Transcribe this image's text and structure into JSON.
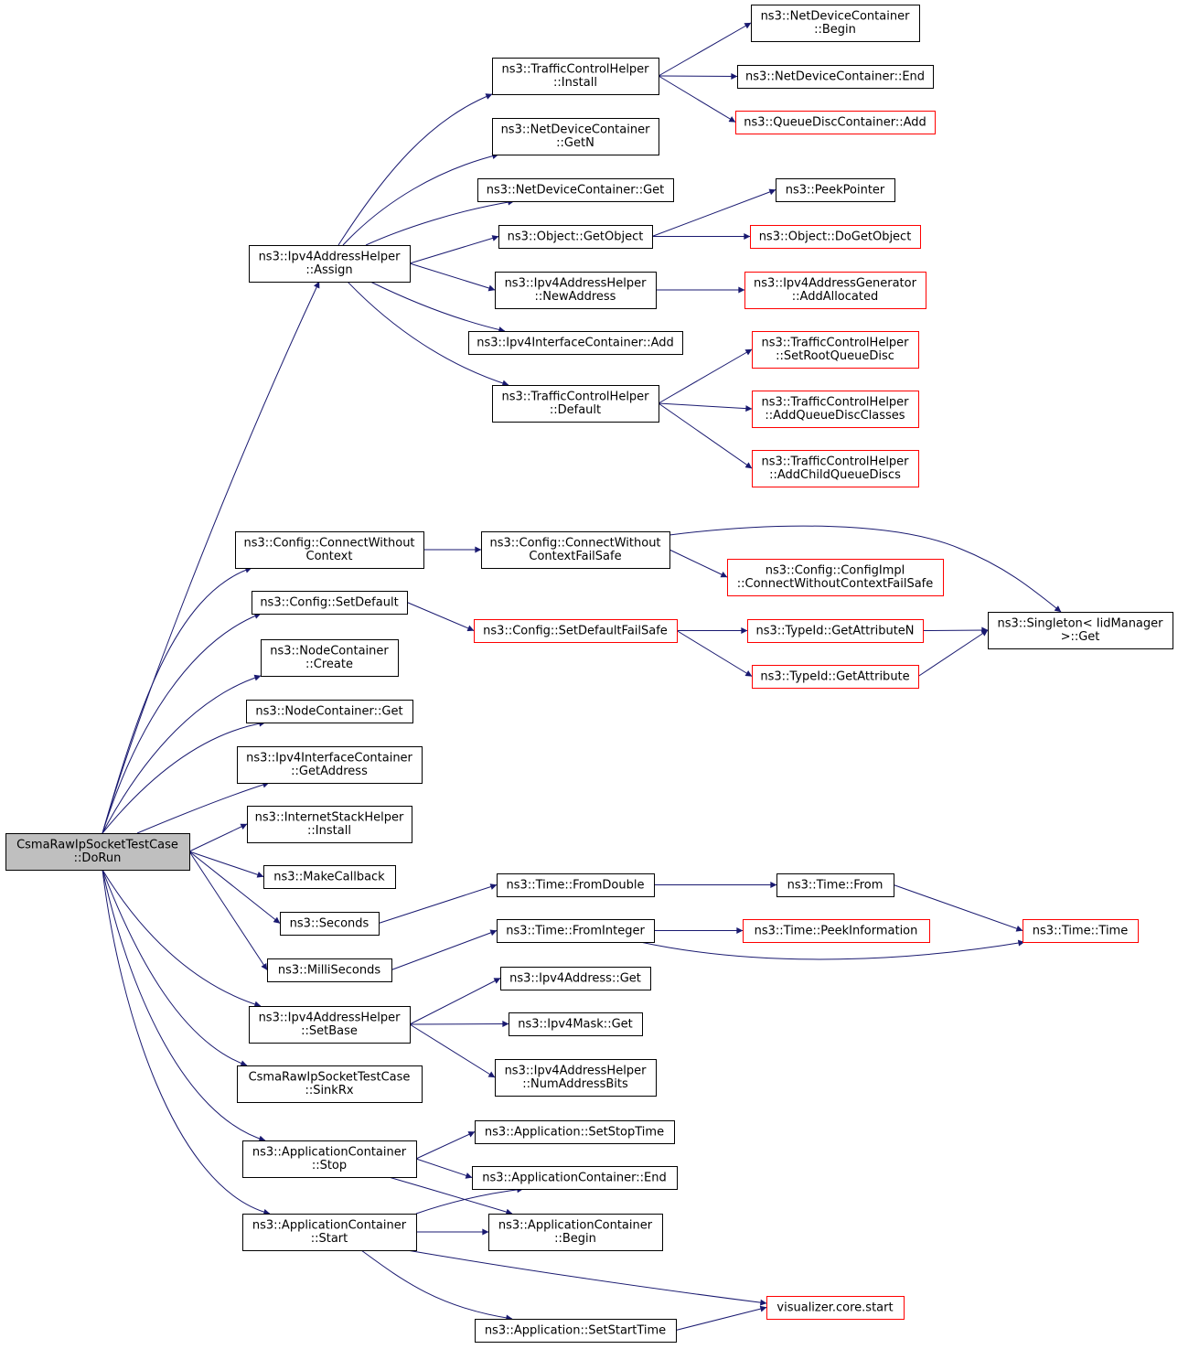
{
  "graph": {
    "root": "CsmaRawIpSocketTestCase::DoRun",
    "colors": {
      "edge": "#191970",
      "root_fill": "#bfbfbf",
      "node_border": "#000000",
      "truncated_border": "#ff0000",
      "text": "#000000"
    },
    "nodes": [
      {
        "id": "root",
        "lines": [
          "CsmaRawIpSocketTestCase",
          "::DoRun"
        ],
        "style": "root"
      },
      {
        "id": "ipv4addr_assign",
        "lines": [
          "ns3::Ipv4AddressHelper",
          "::Assign"
        ],
        "style": "normal"
      },
      {
        "id": "cfg_connect",
        "lines": [
          "ns3::Config::ConnectWithout",
          "Context"
        ],
        "style": "normal"
      },
      {
        "id": "cfg_setdefault",
        "lines": [
          "ns3::Config::SetDefault"
        ],
        "style": "normal"
      },
      {
        "id": "nc_create",
        "lines": [
          "ns3::NodeContainer",
          "::Create"
        ],
        "style": "normal"
      },
      {
        "id": "nc_get",
        "lines": [
          "ns3::NodeContainer::Get"
        ],
        "style": "normal"
      },
      {
        "id": "ipv4ic_getaddr",
        "lines": [
          "ns3::Ipv4InterfaceContainer",
          "::GetAddress"
        ],
        "style": "normal"
      },
      {
        "id": "ish_install",
        "lines": [
          "ns3::InternetStackHelper",
          "::Install"
        ],
        "style": "normal"
      },
      {
        "id": "makecb",
        "lines": [
          "ns3::MakeCallback"
        ],
        "style": "normal"
      },
      {
        "id": "seconds",
        "lines": [
          "ns3::Seconds"
        ],
        "style": "normal"
      },
      {
        "id": "millis",
        "lines": [
          "ns3::MilliSeconds"
        ],
        "style": "normal"
      },
      {
        "id": "ipv4addr_setbase",
        "lines": [
          "ns3::Ipv4AddressHelper",
          "::SetBase"
        ],
        "style": "normal"
      },
      {
        "id": "sinkrx",
        "lines": [
          "CsmaRawIpSocketTestCase",
          "::SinkRx"
        ],
        "style": "normal"
      },
      {
        "id": "ac_stop",
        "lines": [
          "ns3::ApplicationContainer",
          "::Stop"
        ],
        "style": "normal"
      },
      {
        "id": "ac_start",
        "lines": [
          "ns3::ApplicationContainer",
          "::Start"
        ],
        "style": "normal"
      },
      {
        "id": "tch_install",
        "lines": [
          "ns3::TrafficControlHelper",
          "::Install"
        ],
        "style": "normal"
      },
      {
        "id": "ndc_getn",
        "lines": [
          "ns3::NetDeviceContainer",
          "::GetN"
        ],
        "style": "normal"
      },
      {
        "id": "ndc_get",
        "lines": [
          "ns3::NetDeviceContainer::Get"
        ],
        "style": "normal"
      },
      {
        "id": "obj_getobject",
        "lines": [
          "ns3::Object::GetObject"
        ],
        "style": "normal"
      },
      {
        "id": "ipv4addr_newaddr",
        "lines": [
          "ns3::Ipv4AddressHelper",
          "::NewAddress"
        ],
        "style": "normal"
      },
      {
        "id": "ipv4ic_add",
        "lines": [
          "ns3::Ipv4InterfaceContainer::Add"
        ],
        "style": "normal"
      },
      {
        "id": "tch_default",
        "lines": [
          "ns3::TrafficControlHelper",
          "::Default"
        ],
        "style": "normal"
      },
      {
        "id": "ndc_begin",
        "lines": [
          "ns3::NetDeviceContainer",
          "::Begin"
        ],
        "style": "normal"
      },
      {
        "id": "ndc_end",
        "lines": [
          "ns3::NetDeviceContainer::End"
        ],
        "style": "normal"
      },
      {
        "id": "qdc_add",
        "lines": [
          "ns3::QueueDiscContainer::Add"
        ],
        "style": "truncated"
      },
      {
        "id": "peekpointer",
        "lines": [
          "ns3::PeekPointer"
        ],
        "style": "normal"
      },
      {
        "id": "obj_dogetobject",
        "lines": [
          "ns3::Object::DoGetObject"
        ],
        "style": "truncated"
      },
      {
        "id": "ipv4gen_addalloc",
        "lines": [
          "ns3::Ipv4AddressGenerator",
          "::AddAllocated"
        ],
        "style": "truncated"
      },
      {
        "id": "tch_setroot",
        "lines": [
          "ns3::TrafficControlHelper",
          "::SetRootQueueDisc"
        ],
        "style": "truncated"
      },
      {
        "id": "tch_addqdc",
        "lines": [
          "ns3::TrafficControlHelper",
          "::AddQueueDiscClasses"
        ],
        "style": "truncated"
      },
      {
        "id": "tch_addchild",
        "lines": [
          "ns3::TrafficControlHelper",
          "::AddChildQueueDiscs"
        ],
        "style": "truncated"
      },
      {
        "id": "cfg_connectfs",
        "lines": [
          "ns3::Config::ConnectWithout",
          "ContextFailSafe"
        ],
        "style": "normal"
      },
      {
        "id": "cfg_impl",
        "lines": [
          "ns3::Config::ConfigImpl",
          "::ConnectWithoutContextFailSafe"
        ],
        "style": "truncated"
      },
      {
        "id": "cfg_setdefaultfs",
        "lines": [
          "ns3::Config::SetDefaultFailSafe"
        ],
        "style": "truncated"
      },
      {
        "id": "typeid_getattrn",
        "lines": [
          "ns3::TypeId::GetAttributeN"
        ],
        "style": "truncated"
      },
      {
        "id": "typeid_getattr",
        "lines": [
          "ns3::TypeId::GetAttribute"
        ],
        "style": "truncated"
      },
      {
        "id": "singleton_get",
        "lines": [
          "ns3::Singleton< IidManager",
          ">::Get"
        ],
        "style": "normal"
      },
      {
        "id": "time_fromdouble",
        "lines": [
          "ns3::Time::FromDouble"
        ],
        "style": "normal"
      },
      {
        "id": "time_from",
        "lines": [
          "ns3::Time::From"
        ],
        "style": "normal"
      },
      {
        "id": "time_time",
        "lines": [
          "ns3::Time::Time"
        ],
        "style": "truncated"
      },
      {
        "id": "time_frominteger",
        "lines": [
          "ns3::Time::FromInteger"
        ],
        "style": "normal"
      },
      {
        "id": "time_peekinfo",
        "lines": [
          "ns3::Time::PeekInformation"
        ],
        "style": "truncated"
      },
      {
        "id": "ipv4address_get",
        "lines": [
          "ns3::Ipv4Address::Get"
        ],
        "style": "normal"
      },
      {
        "id": "ipv4mask_get",
        "lines": [
          "ns3::Ipv4Mask::Get"
        ],
        "style": "normal"
      },
      {
        "id": "ipv4addr_numbits",
        "lines": [
          "ns3::Ipv4AddressHelper",
          "::NumAddressBits"
        ],
        "style": "normal"
      },
      {
        "id": "app_setstop",
        "lines": [
          "ns3::Application::SetStopTime"
        ],
        "style": "normal"
      },
      {
        "id": "ac_end",
        "lines": [
          "ns3::ApplicationContainer::End"
        ],
        "style": "normal"
      },
      {
        "id": "ac_begin",
        "lines": [
          "ns3::ApplicationContainer",
          "::Begin"
        ],
        "style": "normal"
      },
      {
        "id": "viz_start",
        "lines": [
          "visualizer.core.start"
        ],
        "style": "truncated"
      },
      {
        "id": "app_setstart",
        "lines": [
          "ns3::Application::SetStartTime"
        ],
        "style": "normal"
      }
    ],
    "edges": [
      [
        "root",
        "ipv4addr_assign"
      ],
      [
        "root",
        "cfg_connect"
      ],
      [
        "root",
        "cfg_setdefault"
      ],
      [
        "root",
        "nc_create"
      ],
      [
        "root",
        "nc_get"
      ],
      [
        "root",
        "ipv4ic_getaddr"
      ],
      [
        "root",
        "ish_install"
      ],
      [
        "root",
        "makecb"
      ],
      [
        "root",
        "seconds"
      ],
      [
        "root",
        "millis"
      ],
      [
        "root",
        "ipv4addr_setbase"
      ],
      [
        "root",
        "sinkrx"
      ],
      [
        "root",
        "ac_stop"
      ],
      [
        "root",
        "ac_start"
      ],
      [
        "ipv4addr_assign",
        "tch_install"
      ],
      [
        "ipv4addr_assign",
        "ndc_getn"
      ],
      [
        "ipv4addr_assign",
        "ndc_get"
      ],
      [
        "ipv4addr_assign",
        "obj_getobject"
      ],
      [
        "ipv4addr_assign",
        "ipv4addr_newaddr"
      ],
      [
        "ipv4addr_assign",
        "ipv4ic_add"
      ],
      [
        "ipv4addr_assign",
        "tch_default"
      ],
      [
        "tch_install",
        "ndc_begin"
      ],
      [
        "tch_install",
        "ndc_end"
      ],
      [
        "tch_install",
        "qdc_add"
      ],
      [
        "obj_getobject",
        "peekpointer"
      ],
      [
        "obj_getobject",
        "obj_dogetobject"
      ],
      [
        "ipv4addr_newaddr",
        "ipv4gen_addalloc"
      ],
      [
        "tch_default",
        "tch_setroot"
      ],
      [
        "tch_default",
        "tch_addqdc"
      ],
      [
        "tch_default",
        "tch_addchild"
      ],
      [
        "cfg_connect",
        "cfg_connectfs"
      ],
      [
        "cfg_connectfs",
        "cfg_impl"
      ],
      [
        "cfg_connectfs",
        "singleton_get"
      ],
      [
        "cfg_setdefault",
        "cfg_setdefaultfs"
      ],
      [
        "cfg_setdefaultfs",
        "typeid_getattrn"
      ],
      [
        "cfg_setdefaultfs",
        "typeid_getattr"
      ],
      [
        "typeid_getattrn",
        "singleton_get"
      ],
      [
        "typeid_getattr",
        "singleton_get"
      ],
      [
        "seconds",
        "time_fromdouble"
      ],
      [
        "time_fromdouble",
        "time_from"
      ],
      [
        "time_from",
        "time_time"
      ],
      [
        "millis",
        "time_frominteger"
      ],
      [
        "time_frominteger",
        "time_peekinfo"
      ],
      [
        "time_frominteger",
        "time_time"
      ],
      [
        "ipv4addr_setbase",
        "ipv4address_get"
      ],
      [
        "ipv4addr_setbase",
        "ipv4mask_get"
      ],
      [
        "ipv4addr_setbase",
        "ipv4addr_numbits"
      ],
      [
        "ac_stop",
        "app_setstop"
      ],
      [
        "ac_stop",
        "ac_end"
      ],
      [
        "ac_stop",
        "ac_begin"
      ],
      [
        "ac_start",
        "ac_end"
      ],
      [
        "ac_start",
        "ac_begin"
      ],
      [
        "ac_start",
        "viz_start"
      ],
      [
        "ac_start",
        "app_setstart"
      ],
      [
        "app_setstart",
        "viz_start"
      ]
    ]
  }
}
